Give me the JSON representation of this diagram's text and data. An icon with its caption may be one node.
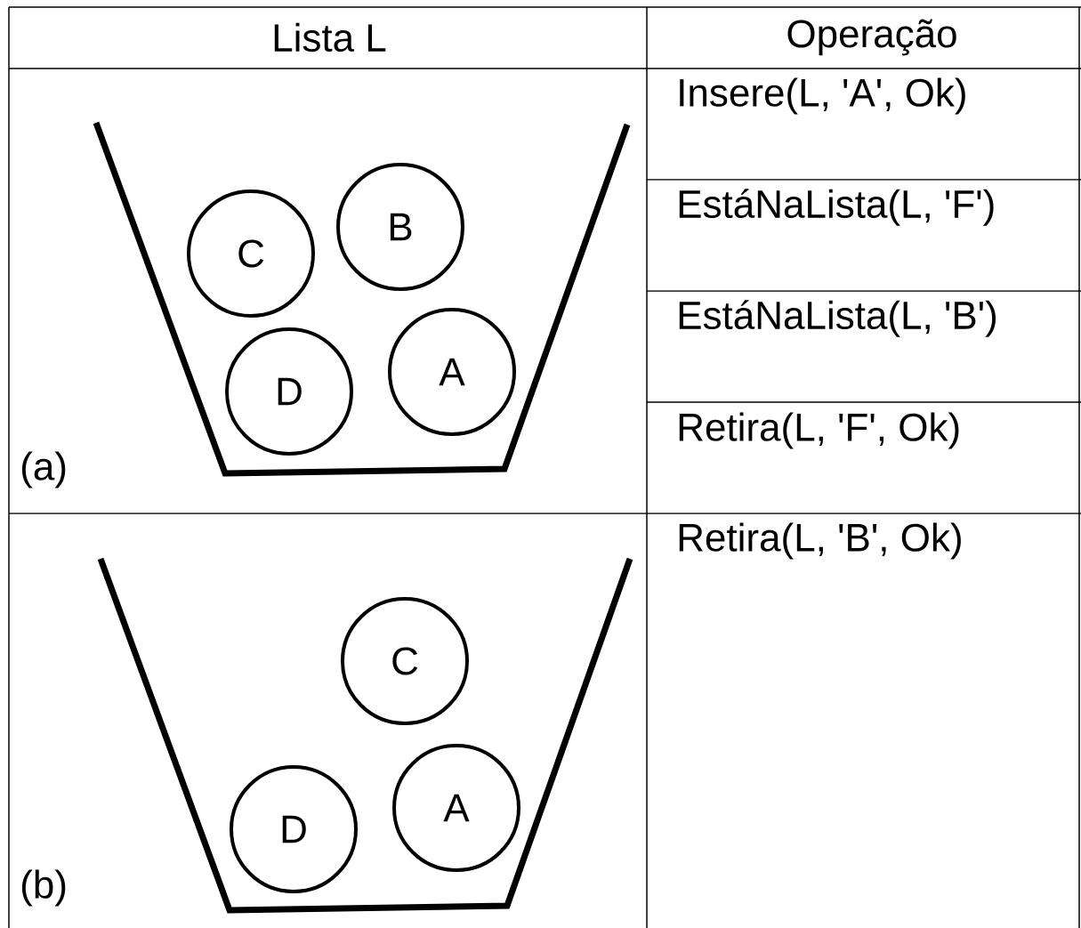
{
  "diagram": {
    "nodes": [
      {
        "text": [
          "C"
        ]
      },
      {
        "text": [
          "B"
        ]
      },
      {
        "text": [
          "D"
        ]
      },
      {
        "text": [
          "A"
        ]
      },
      {
        "text": [
          "C"
        ]
      },
      {
        "text": [
          "D"
        ]
      },
      {
        "text": [
          "A"
        ]
      }
    ],
    "labels": [
      "Lista L",
      "Operação",
      "Insere(L, 'A', Ok)",
      "EstáNaLista(L, 'F')",
      "EstáNaLista(L, 'B')",
      "Retira(L, 'F', Ok)",
      "(a)",
      "Retira(L, 'B', Ok)",
      "(b)"
    ]
  }
}
